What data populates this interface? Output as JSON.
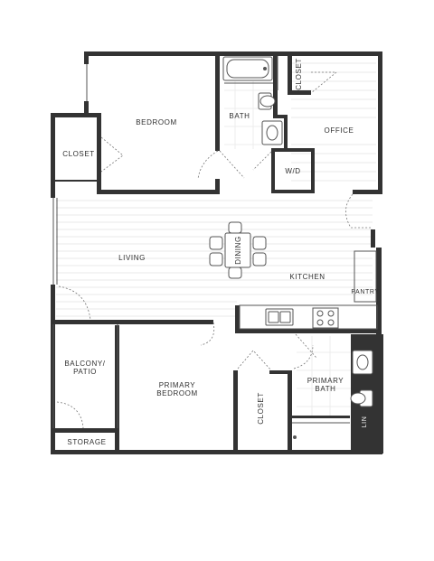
{
  "floorplan": {
    "rooms": {
      "bedroom": "BEDROOM",
      "closet_left": "CLOSET",
      "bath": "BATH",
      "closet_top": "CLOSET",
      "office": "OFFICE",
      "wd": "W/D",
      "living": "LIVING",
      "dining": "DINING",
      "kitchen": "KITCHEN",
      "pantry": "PANTRY",
      "balcony_line1": "BALCONY/",
      "balcony_line2": "PATIO",
      "primary_bedroom_line1": "PRIMARY",
      "primary_bedroom_line2": "BEDROOM",
      "closet_primary": "CLOSET",
      "primary_bath_line1": "PRIMARY",
      "primary_bath_line2": "BATH",
      "storage": "STORAGE",
      "lin": "LIN"
    },
    "colors": {
      "wall": "#333333",
      "floor_line": "#e9e9e9"
    }
  }
}
